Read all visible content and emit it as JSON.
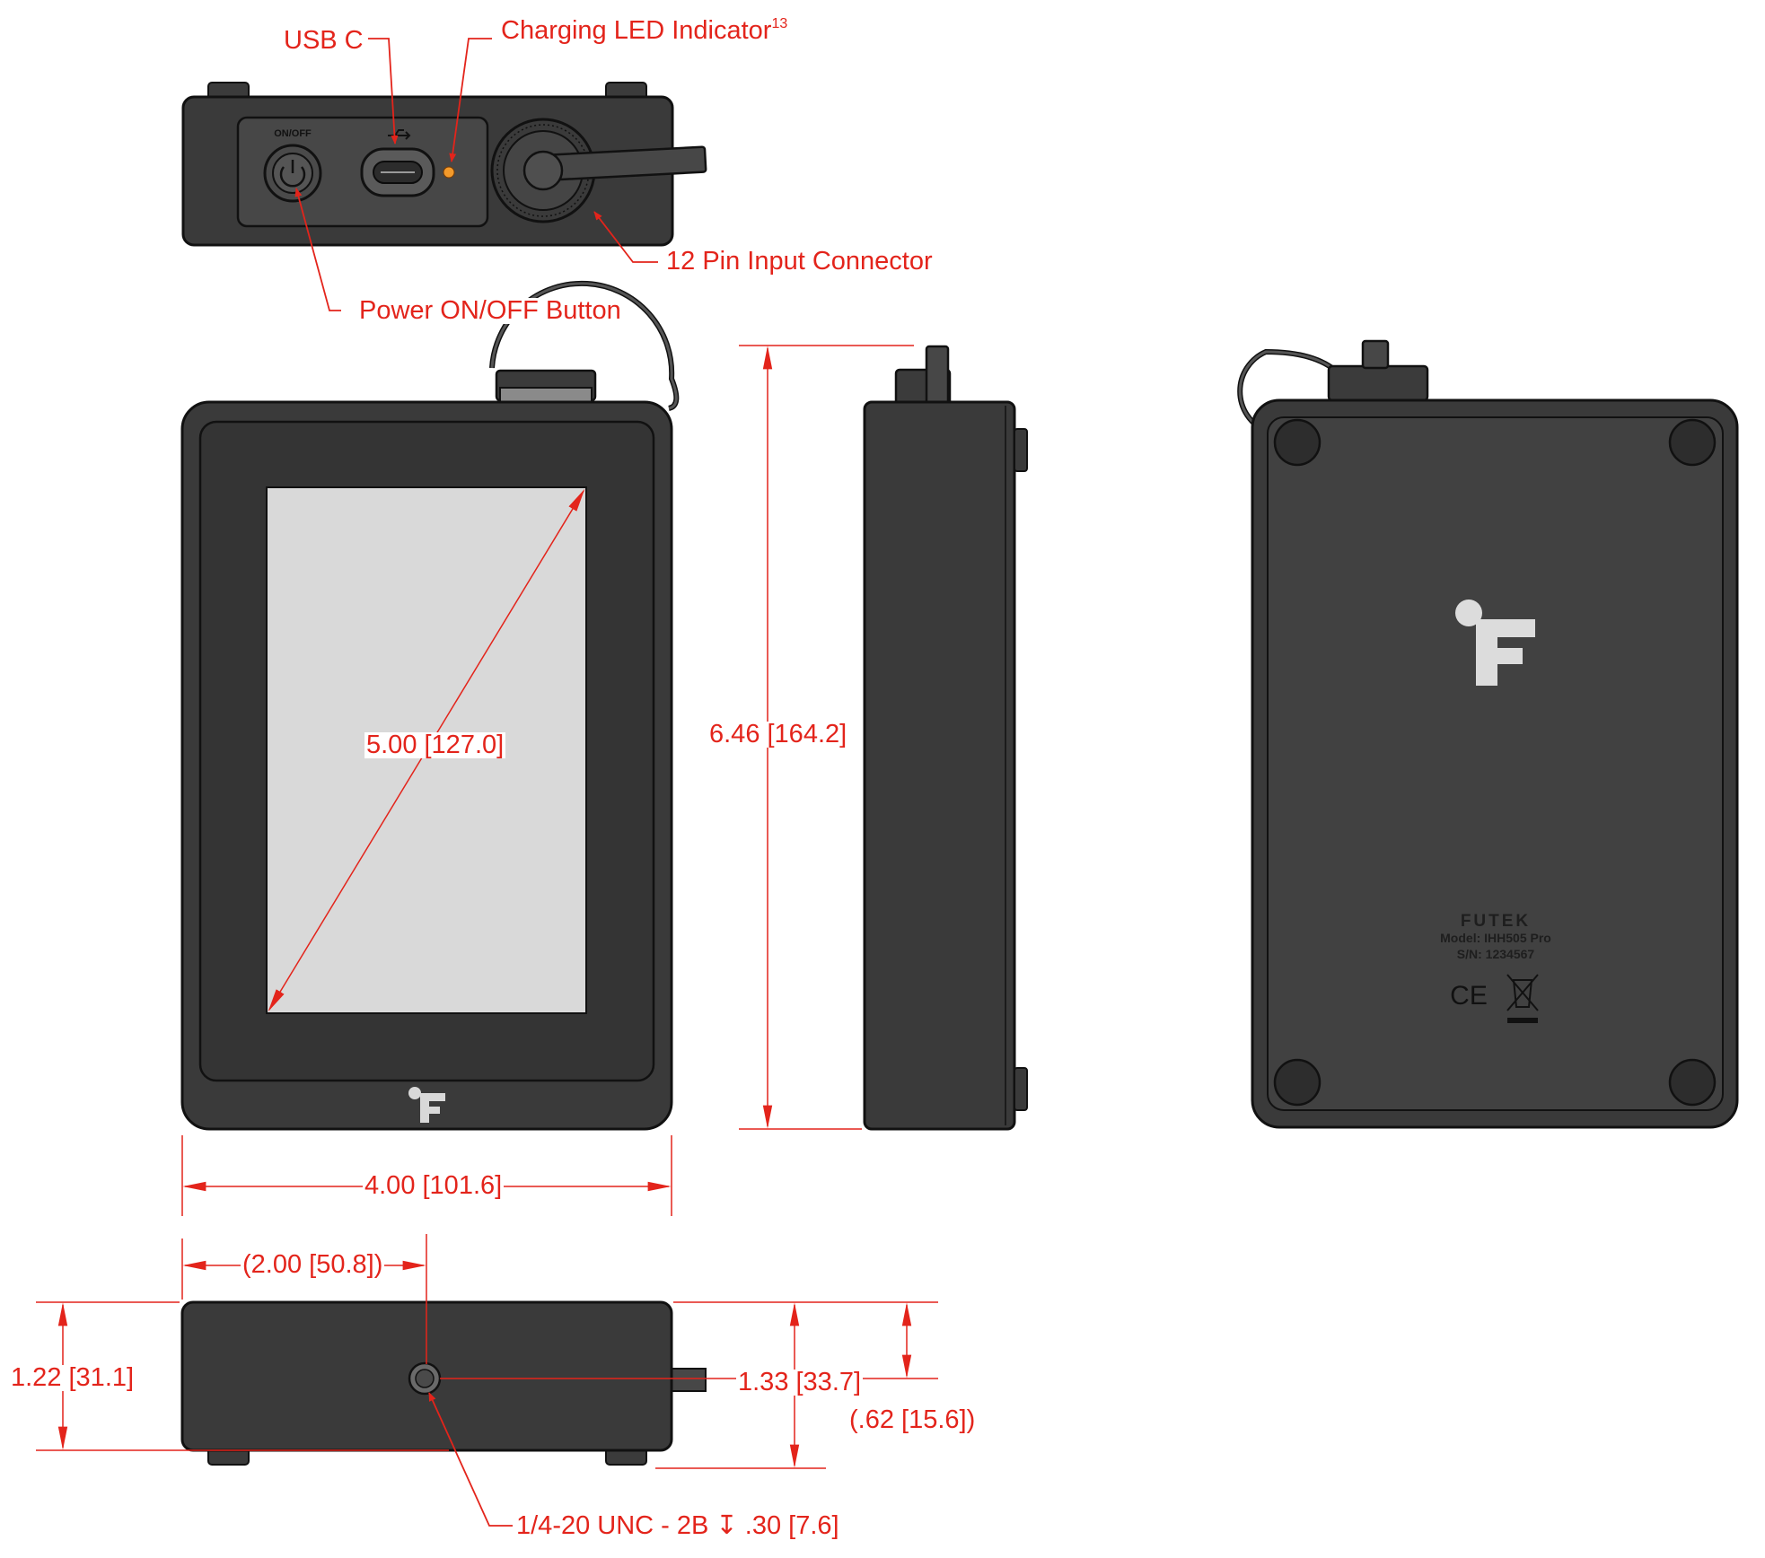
{
  "callouts": {
    "usb_c": "USB C",
    "charging_led": "Charging LED Indicator",
    "charging_led_note": "13",
    "connector": "12 Pin Input Connector",
    "power_button": "Power ON/OFF Button",
    "mount_thread": "1/4-20 UNC - 2B ↧  .30 [7.6]"
  },
  "device": {
    "on_off_label": "ON/OFF",
    "brand": "FUTEK",
    "model": "Model: IHH505 Pro",
    "serial": "S/N: 1234567",
    "ce_mark": "CE"
  },
  "dimensions": {
    "screen_diagonal": "5.00 [127.0]",
    "height": "6.46 [164.2]",
    "width": "4.00 [101.6]",
    "half_width": "(2.00 [50.8])",
    "thickness": "1.22 [31.1]",
    "overall_thickness": "1.33 [33.7]",
    "mount_height": "(.62 [15.6])"
  },
  "colors": {
    "dimension": "#e3241b",
    "body": "#3b3b3b",
    "outline": "#111111",
    "screen": "#d9d9d9"
  }
}
